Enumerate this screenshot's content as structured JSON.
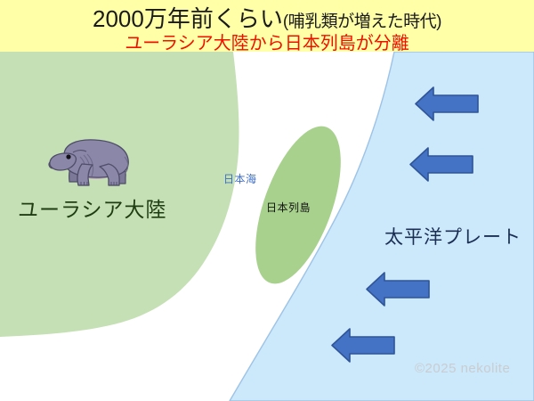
{
  "header": {
    "title_main": "2000万年前くらい",
    "title_paren": "(哺乳類が増えた時代)",
    "subtitle": "ユーラシア大陸から日本列島が分離",
    "background_color": "#ffffa8",
    "title_color": "#1a1a1a",
    "subtitle_color": "#f01000"
  },
  "map": {
    "background_color": "#ffffff",
    "labels": {
      "eurasia": "ユーラシア大陸",
      "sea_of_japan": "日本海",
      "japan_archipelago": "日本列島",
      "pacific_plate": "太平洋プレート"
    },
    "colors": {
      "continent": "#c5e0b4",
      "archipelago": "#a9d18e",
      "ocean": "#cce8fb",
      "ocean_outline": "#9dc3e6",
      "sea_of_japan": "#ffffff",
      "arrow_fill": "#4472c4",
      "arrow_stroke": "#2f5597",
      "eurasia_label": "#1f3d12",
      "sea_of_japan_label": "#3d6ec8",
      "japan_label": "#111111",
      "pacific_plate_label": "#1b2f55"
    },
    "arrow_count": 4,
    "arrow_direction": "left"
  },
  "footer": {
    "copyright": "©2025 nekolite",
    "color": "#c9cdd1"
  }
}
